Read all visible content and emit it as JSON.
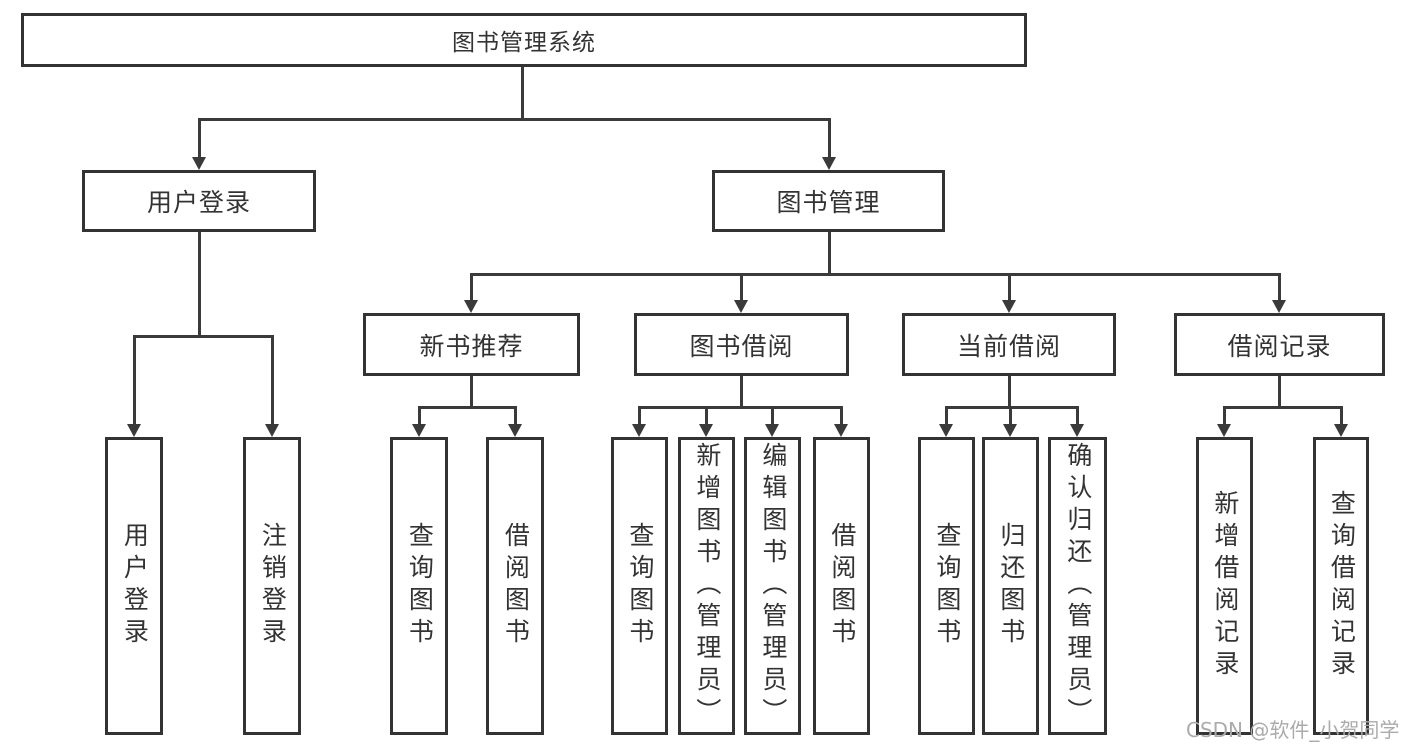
{
  "diagram": {
    "root": {
      "label": "图书管理系统",
      "children": [
        {
          "label": "用户登录",
          "children": [
            {
              "label": "用户登录"
            },
            {
              "label": "注销登录"
            }
          ]
        },
        {
          "label": "图书管理",
          "children": [
            {
              "label": "新书推荐",
              "children": [
                {
                  "label": "查询图书"
                },
                {
                  "label": "借阅图书"
                }
              ]
            },
            {
              "label": "图书借阅",
              "children": [
                {
                  "label": "查询图书"
                },
                {
                  "label": "新增图书（管理员）"
                },
                {
                  "label": "编辑图书（管理员）"
                },
                {
                  "label": "借阅图书"
                }
              ]
            },
            {
              "label": "当前借阅",
              "children": [
                {
                  "label": "查询图书"
                },
                {
                  "label": "归还图书"
                },
                {
                  "label": "确认归还（管理员）"
                }
              ]
            },
            {
              "label": "借阅记录",
              "children": [
                {
                  "label": "新增借阅记录"
                },
                {
                  "label": "查询借阅记录"
                }
              ]
            }
          ]
        }
      ]
    }
  },
  "watermark": {
    "text": "CSDN @软件_小贺同学"
  },
  "colors": {
    "line": "#3a3a3a",
    "border": "#333333",
    "text": "#333333",
    "watermark": "#ababab",
    "background": "#ffffff"
  }
}
